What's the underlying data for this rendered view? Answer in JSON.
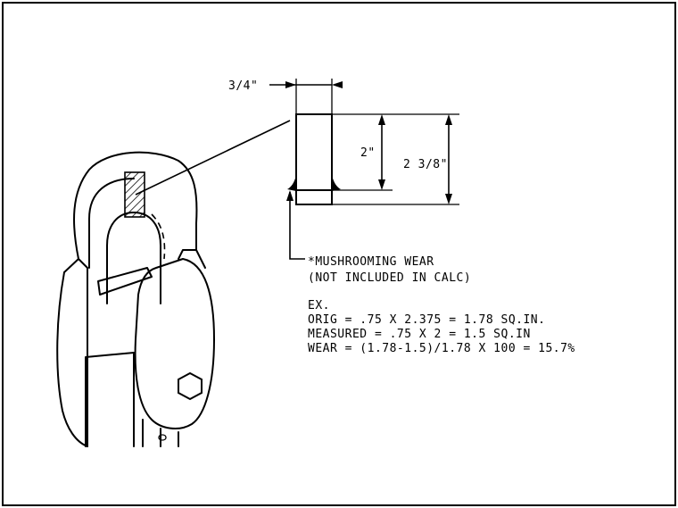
{
  "dimensions": {
    "width_label": "3/4\"",
    "inner_height_label": "2\"",
    "outer_height_label": "2 3/8\""
  },
  "callout": {
    "line1": "*MUSHROOMING WEAR",
    "line2": "(NOT INCLUDED IN CALC)"
  },
  "example": {
    "heading": "EX.",
    "orig": "ORIG = .75 X 2.375 = 1.78 SQ.IN.",
    "measured": "MEASURED = .75 X 2 = 1.5 SQ.IN",
    "wear": "WEAR = (1.78-1.5)/1.78 X 100 = 15.7%"
  }
}
